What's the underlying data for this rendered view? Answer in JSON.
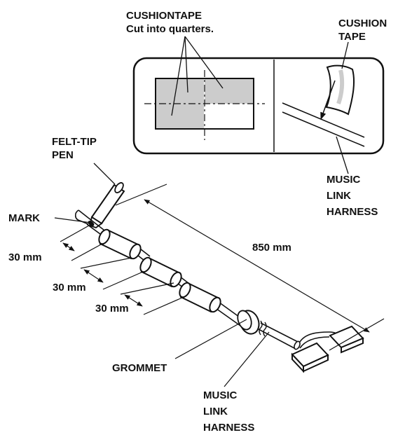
{
  "labels": {
    "cushiontape_line1": "CUSHIONTAPE",
    "cushiontape_line2": "Cut into quarters.",
    "cushion_tape_line1": "CUSHION",
    "cushion_tape_line2": "TAPE",
    "felt_tip_line1": "FELT-TIP",
    "felt_tip_line2": "PEN",
    "mark": "MARK",
    "dim_30_a": "30 mm",
    "dim_30_b": "30 mm",
    "dim_30_c": "30 mm",
    "dim_850": "850  mm",
    "grommet": "GROMMET",
    "music_link_harness_right_1": "MUSIC",
    "music_link_harness_right_2": "LINK",
    "music_link_harness_right_3": "HARNESS",
    "music_link_harness_bottom_1": "MUSIC",
    "music_link_harness_bottom_2": "LINK",
    "music_link_harness_bottom_3": "HARNESS"
  },
  "colors": {
    "line": "#111111",
    "tape_fill": "#cccccc",
    "background": "#ffffff"
  }
}
